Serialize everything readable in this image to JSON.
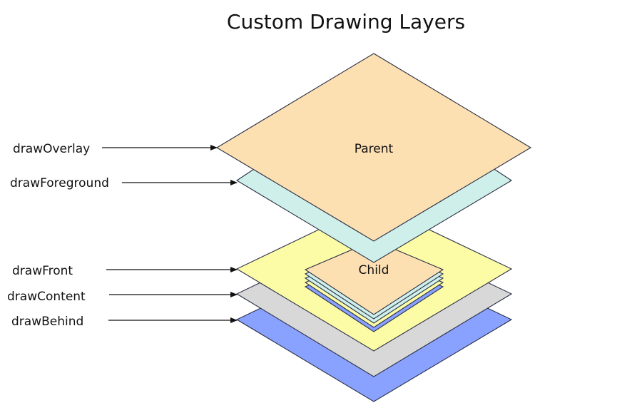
{
  "title": "Custom Drawing Layers",
  "colors": {
    "overlay": "#fde0b2",
    "foreground": "#cff0ea",
    "front": "#fdfca6",
    "content": "#d8d8d8",
    "behind": "#8aa2ff",
    "outline": "#2a2f45"
  },
  "parent_label": "Parent",
  "child_label": "Child",
  "labels": {
    "draw_overlay": "drawOverlay",
    "draw_foreground": "drawForeground",
    "draw_front": "drawFront",
    "draw_content": "drawContent",
    "draw_behind": "drawBehind"
  }
}
